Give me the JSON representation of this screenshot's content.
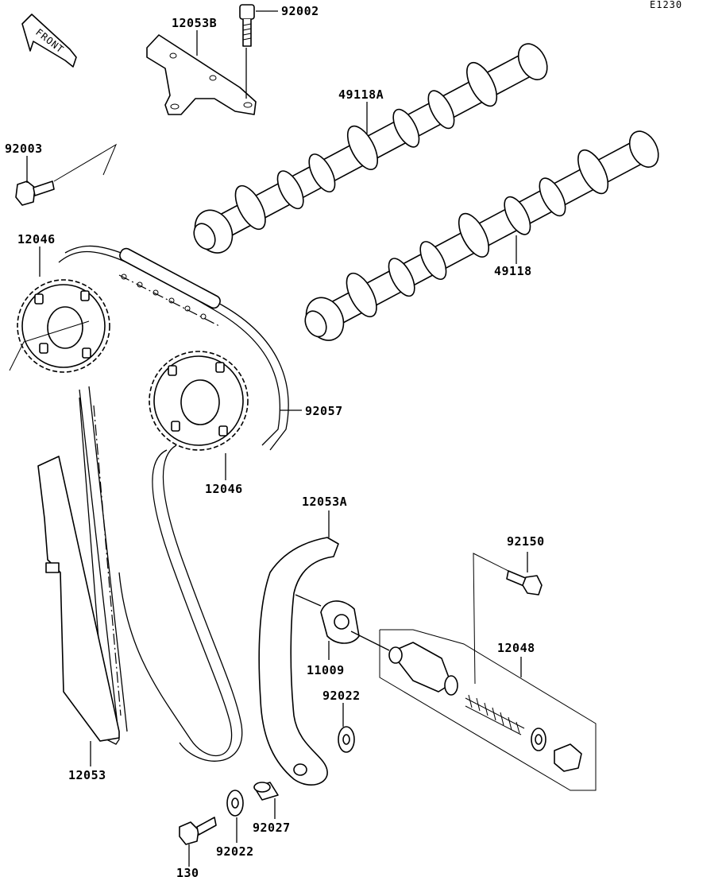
{
  "diagram_code": "E1230",
  "front_indicator": "FRONT",
  "labels": {
    "p92002": "92002",
    "p12053B": "12053B",
    "p49118A": "49118A",
    "p92003": "92003",
    "p12046_top": "12046",
    "p49118": "49118",
    "p92057": "92057",
    "p12046_mid": "12046",
    "p12053A": "12053A",
    "p92150": "92150",
    "p12048": "12048",
    "p11009": "11009",
    "p92022_right": "92022",
    "p12053": "12053",
    "p92027": "92027",
    "p92022_bottom": "92022",
    "p130": "130"
  }
}
